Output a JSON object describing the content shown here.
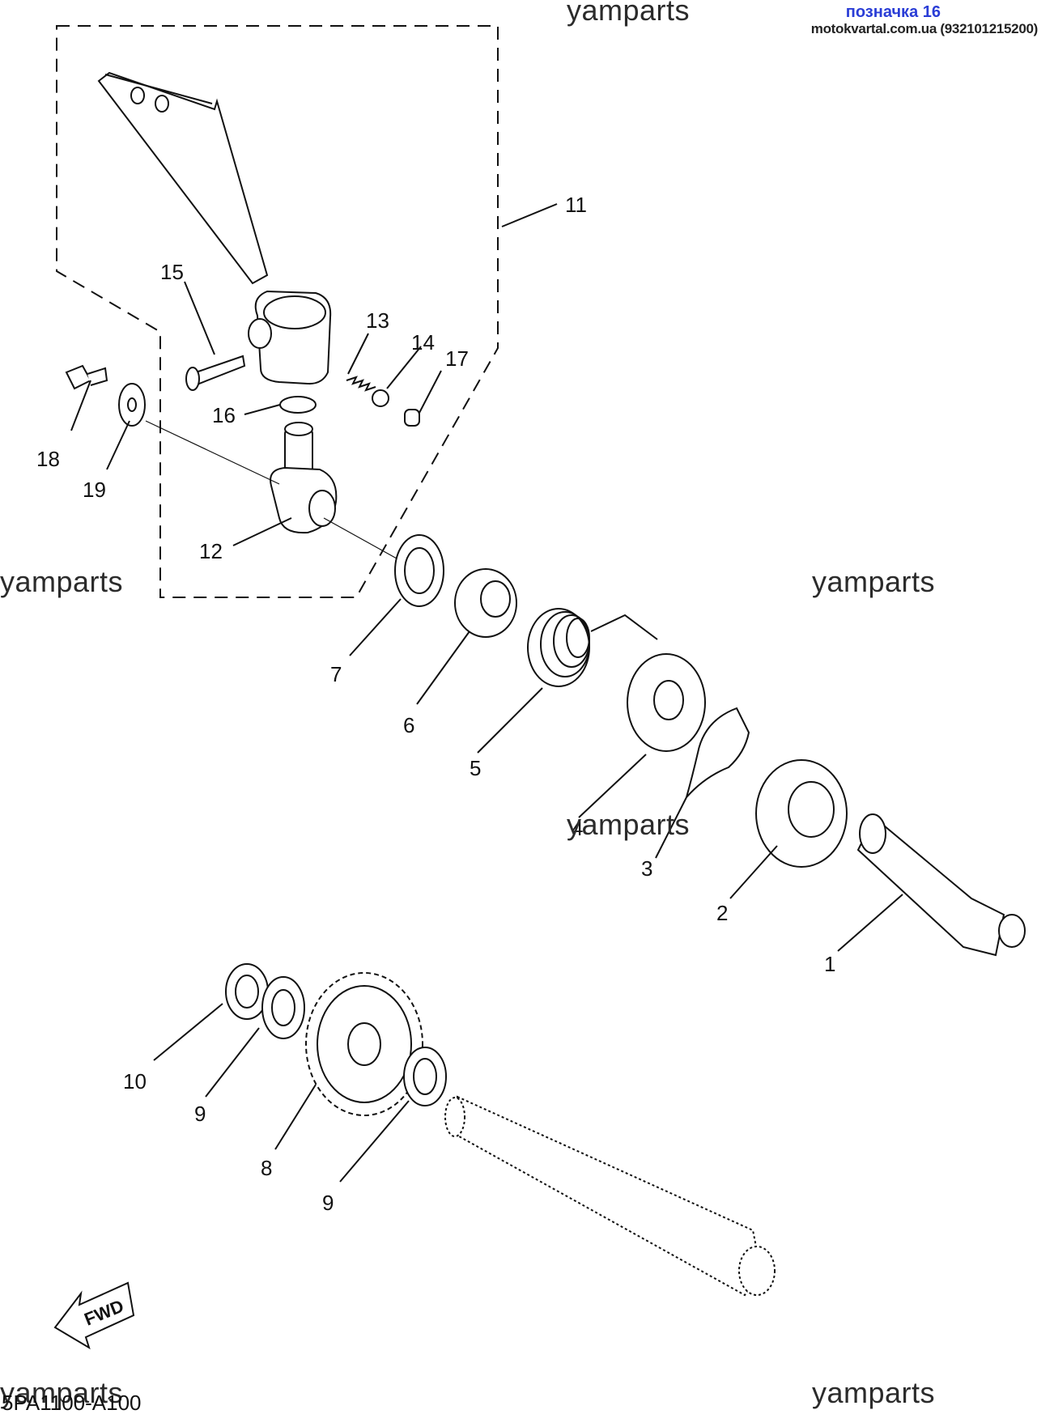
{
  "header": {
    "title": "позначка 16",
    "subtitle": "motokvartal.com.ua (932101215200)"
  },
  "watermarks": [
    "yamparts",
    "yamparts",
    "yamparts",
    "yamparts",
    "yamparts",
    "yamparts"
  ],
  "diagram_code": "5PA1100-A100",
  "direction_label": "FWD",
  "callouts": [
    "1",
    "2",
    "3",
    "4",
    "5",
    "6",
    "7",
    "8",
    "9",
    "9",
    "10",
    "11",
    "12",
    "13",
    "14",
    "15",
    "16",
    "17",
    "18",
    "19"
  ],
  "colors": {
    "line": "#111111",
    "watermark": "#2b2b2b",
    "header": "#2a3dd6"
  }
}
